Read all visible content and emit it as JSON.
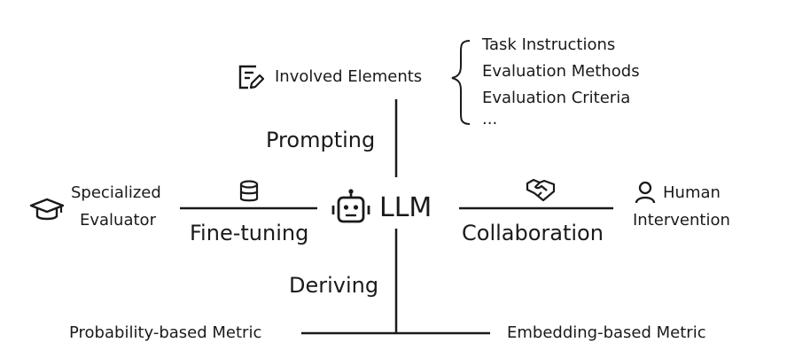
{
  "center": {
    "label": "LLM",
    "icon": "robot-icon"
  },
  "top": {
    "edge_label": "Prompting",
    "node_label": "Involved Elements",
    "node_icon": "edit-document-icon",
    "elements": [
      "Task Instructions",
      "Evaluation Methods",
      "Evaluation Criteria",
      "..."
    ]
  },
  "left": {
    "edge_label": "Fine-tuning",
    "edge_icon": "database-icon",
    "node_label_line1": "Specialized",
    "node_label_line2": "Evaluator",
    "node_icon": "graduation-cap-icon"
  },
  "right": {
    "edge_label": "Collaboration",
    "edge_icon": "handshake-icon",
    "node_label_line1": "Human",
    "node_label_line2": "Intervention",
    "node_icon": "person-icon"
  },
  "bottom": {
    "edge_label": "Deriving",
    "left_metric": "Probability-based Metric",
    "right_metric": "Embedding-based Metric"
  },
  "colors": {
    "stroke": "#1a1a1a",
    "text": "#1a1a1a",
    "background": "#ffffff"
  }
}
